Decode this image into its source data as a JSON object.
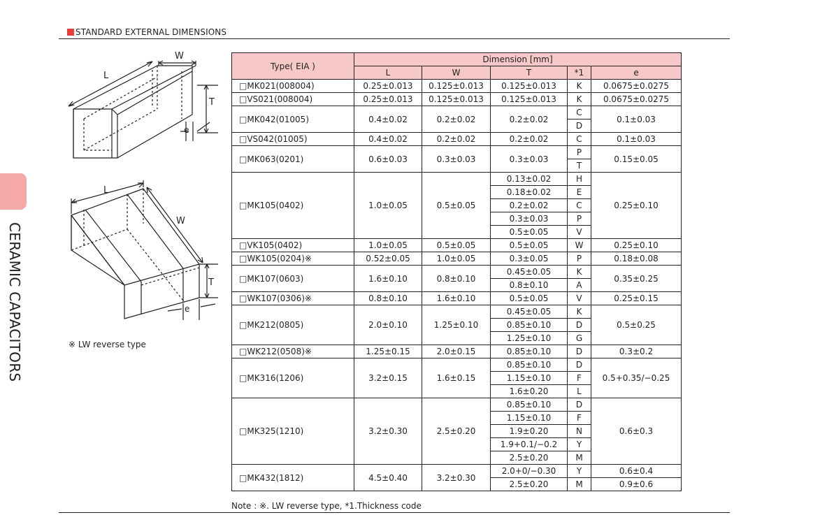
{
  "heading": "STANDARD EXTERNAL DIMENSIONS",
  "side_label": "CERAMIC CAPACITORS",
  "figure_labels": {
    "top": {
      "L": "L",
      "W": "W",
      "T": "T",
      "e": "e"
    },
    "bottom": {
      "L": "L",
      "W": "W",
      "T": "T",
      "e": "e"
    }
  },
  "figure_note": "※ LW reverse type",
  "table": {
    "type_header": "Type( EIA )",
    "dimension_header": "Dimension [mm]",
    "columns": [
      "L",
      "W",
      "T",
      "*1",
      "e"
    ],
    "groups": [
      {
        "type": "□MK021(008004)",
        "L": "0.25±0.013",
        "W": "0.125±0.013",
        "e": "0.0675±0.0275",
        "t": [
          {
            "T": "0.125±0.013",
            "code": "K"
          }
        ]
      },
      {
        "type": "□VS021(008004)",
        "L": "0.25±0.013",
        "W": "0.125±0.013",
        "e": "0.0675±0.0275",
        "t": [
          {
            "T": "0.125±0.013",
            "code": "K"
          }
        ]
      },
      {
        "type": "□MK042(01005)",
        "L": "0.4±0.02",
        "W": "0.2±0.02",
        "e": "0.1±0.03",
        "t_merged": "0.2±0.02",
        "t": [
          {
            "T": "",
            "code": "C"
          },
          {
            "T": "",
            "code": "D"
          }
        ]
      },
      {
        "type": "□VS042(01005)",
        "L": "0.4±0.02",
        "W": "0.2±0.02",
        "e": "0.1±0.03",
        "t": [
          {
            "T": "0.2±0.02",
            "code": "C"
          }
        ]
      },
      {
        "type": "□MK063(0201)",
        "L": "0.6±0.03",
        "W": "0.3±0.03",
        "e": "0.15±0.05",
        "t_merged": "0.3±0.03",
        "t": [
          {
            "T": "",
            "code": "P"
          },
          {
            "T": "",
            "code": "T"
          }
        ]
      },
      {
        "type": "□MK105(0402)",
        "L": "1.0±0.05",
        "W": "0.5±0.05",
        "e": "0.25±0.10",
        "t": [
          {
            "T": "0.13±0.02",
            "code": "H"
          },
          {
            "T": "0.18±0.02",
            "code": "E"
          },
          {
            "T": "0.2±0.02",
            "code": "C"
          },
          {
            "T": "0.3±0.03",
            "code": "P"
          },
          {
            "T": "0.5±0.05",
            "code": "V"
          }
        ]
      },
      {
        "type": "□VK105(0402)",
        "L": "1.0±0.05",
        "W": "0.5±0.05",
        "e": "0.25±0.10",
        "t": [
          {
            "T": "0.5±0.05",
            "code": "W"
          }
        ]
      },
      {
        "type": "□WK105(0204)※",
        "L": "0.52±0.05",
        "W": "1.0±0.05",
        "e": "0.18±0.08",
        "t": [
          {
            "T": "0.3±0.05",
            "code": "P"
          }
        ]
      },
      {
        "type": "□MK107(0603)",
        "L": "1.6±0.10",
        "W": "0.8±0.10",
        "e": "0.35±0.25",
        "t": [
          {
            "T": "0.45±0.05",
            "code": "K"
          },
          {
            "T": "0.8±0.10",
            "code": "A"
          }
        ]
      },
      {
        "type": "□WK107(0306)※",
        "L": "0.8±0.10",
        "W": "1.6±0.10",
        "e": "0.25±0.15",
        "t": [
          {
            "T": "0.5±0.05",
            "code": "V"
          }
        ]
      },
      {
        "type": "□MK212(0805)",
        "L": "2.0±0.10",
        "W": "1.25±0.10",
        "e": "0.5±0.25",
        "t": [
          {
            "T": "0.45±0.05",
            "code": "K"
          },
          {
            "T": "0.85±0.10",
            "code": "D"
          },
          {
            "T": "1.25±0.10",
            "code": "G"
          }
        ]
      },
      {
        "type": "□WK212(0508)※",
        "L": "1.25±0.15",
        "W": "2.0±0.15",
        "e": "0.3±0.2",
        "t": [
          {
            "T": "0.85±0.10",
            "code": "D"
          }
        ]
      },
      {
        "type": "□MK316(1206)",
        "L": "3.2±0.15",
        "W": "1.6±0.15",
        "e": "0.5+0.35/−0.25",
        "t": [
          {
            "T": "0.85±0.10",
            "code": "D"
          },
          {
            "T": "1.15±0.10",
            "code": "F"
          },
          {
            "T": "1.6±0.20",
            "code": "L"
          }
        ]
      },
      {
        "type": "□MK325(1210)",
        "L": "3.2±0.30",
        "W": "2.5±0.20",
        "e": "0.6±0.3",
        "t": [
          {
            "T": "0.85±0.10",
            "code": "D"
          },
          {
            "T": "1.15±0.10",
            "code": "F"
          },
          {
            "T": "1.9±0.20",
            "code": "N"
          },
          {
            "T": "1.9+0.1/−0.2",
            "code": "Y"
          },
          {
            "T": "2.5±0.20",
            "code": "M"
          }
        ]
      },
      {
        "type": "□MK432(1812)",
        "L": "4.5±0.40",
        "W": "3.2±0.30",
        "t": [
          {
            "T": "2.0+0/−0.30",
            "code": "Y",
            "e": "0.6±0.4"
          },
          {
            "T": "2.5±0.20",
            "code": "M",
            "e": "0.9±0.6"
          }
        ]
      }
    ]
  },
  "note": "Note : ※. LW reverse type, *1.Thickness code"
}
